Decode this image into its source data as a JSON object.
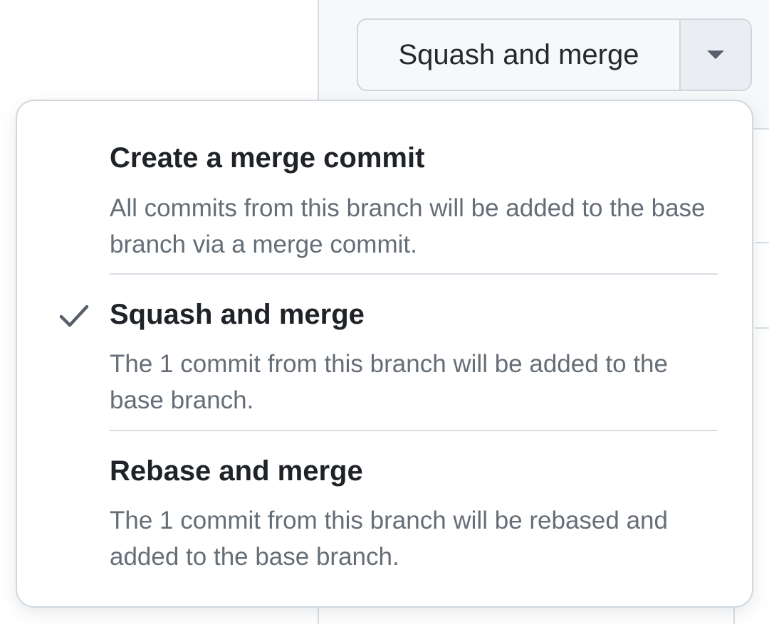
{
  "merge_button": {
    "label": "Squash and merge",
    "caret_icon": "triangle-down-icon"
  },
  "menu": {
    "items": [
      {
        "title": "Create a merge commit",
        "description": "All commits from this branch will be added to the base branch via a merge commit.",
        "selected": false
      },
      {
        "title": "Squash and merge",
        "description": "The 1 commit from this branch will be added to the base branch.",
        "selected": true
      },
      {
        "title": "Rebase and merge",
        "description": "The 1 commit from this branch will be rebased and added to the base branch.",
        "selected": false
      }
    ],
    "check_icon": "check-icon"
  },
  "colors": {
    "title": "#1f2328",
    "description": "#656d76",
    "border": "#d0d7de",
    "check": "#57606a"
  }
}
